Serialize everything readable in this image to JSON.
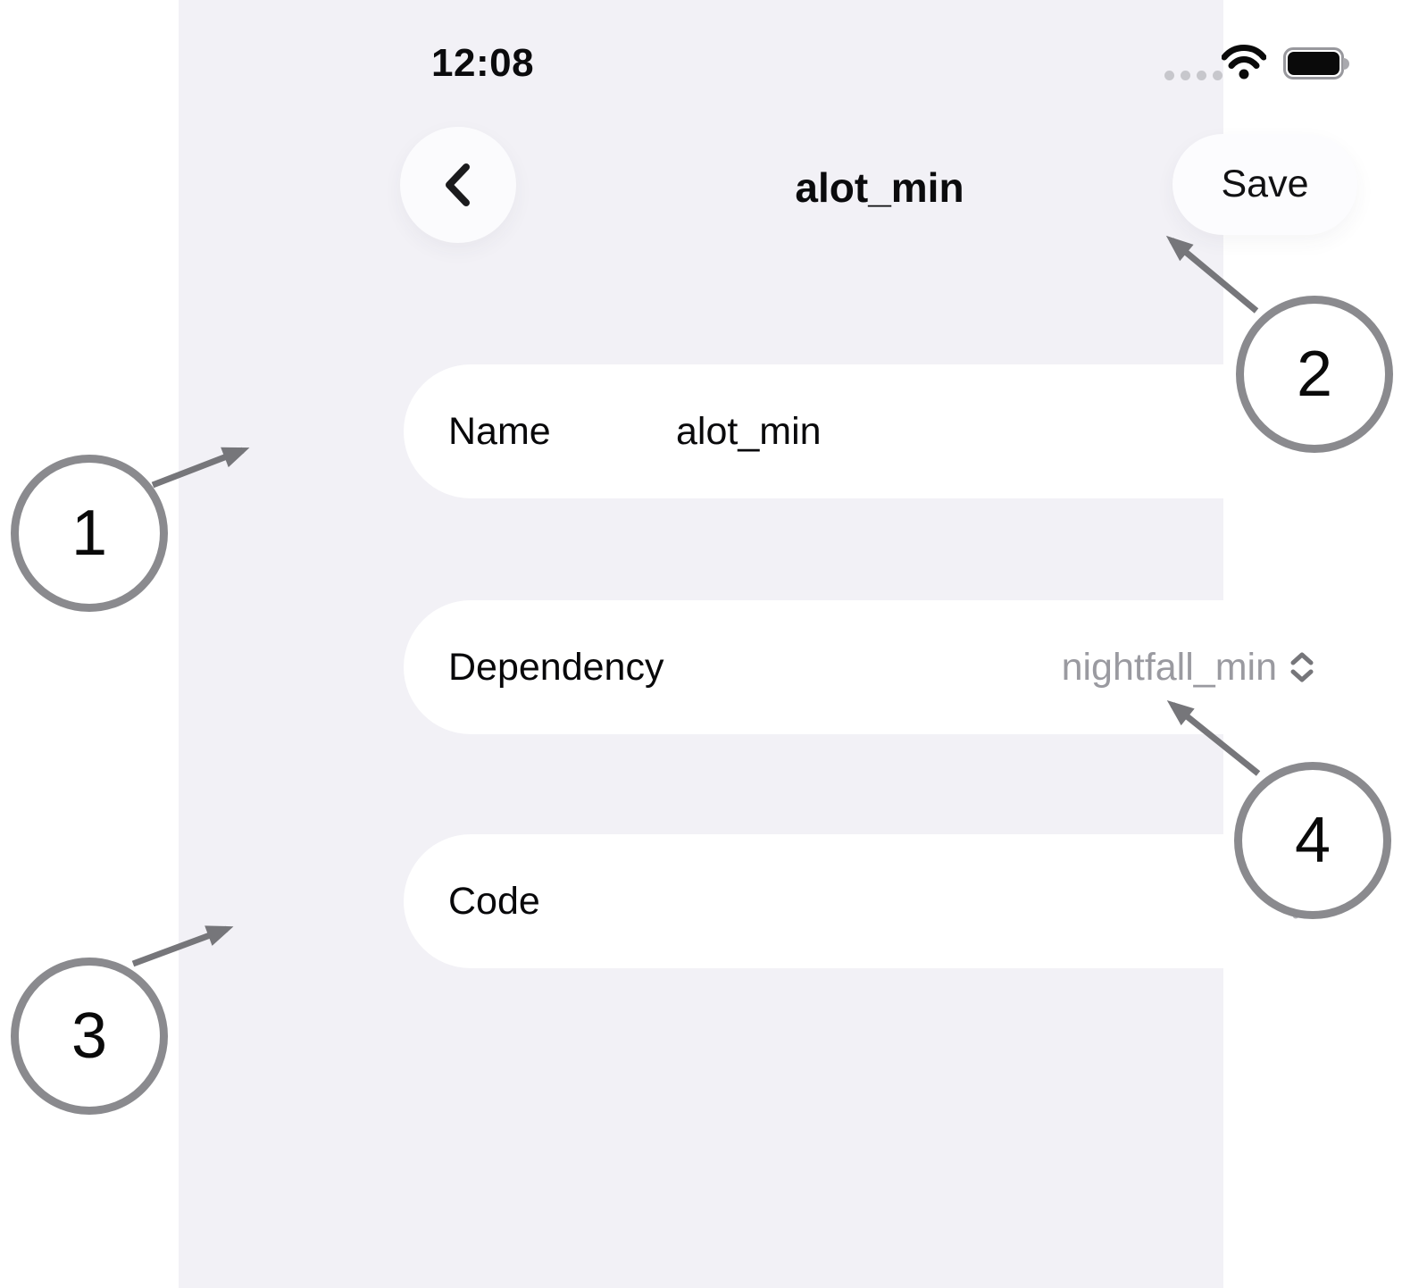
{
  "status_bar": {
    "time": "12:08",
    "cellular_icon": "cellular-dots",
    "wifi_icon": "wifi-full",
    "battery_icon": "battery-full"
  },
  "nav": {
    "back_icon": "chevron-left",
    "title": "alot_min",
    "save_label": "Save"
  },
  "form": {
    "fields": [
      {
        "label": "Name",
        "value": "alot_min"
      },
      {
        "label": "Dependency",
        "value": "nightfall_min"
      },
      {
        "label": "Code",
        "value": ""
      }
    ]
  },
  "annotations": [
    {
      "number": "1"
    },
    {
      "number": "2"
    },
    {
      "number": "3"
    },
    {
      "number": "4"
    }
  ],
  "colors": {
    "screen_bg": "#F2F1F6",
    "card_bg": "#FFFFFF",
    "text_primary": "#0B0B0D",
    "text_secondary": "#9A9AA0",
    "annotation_gray": "#8A8A8E"
  }
}
